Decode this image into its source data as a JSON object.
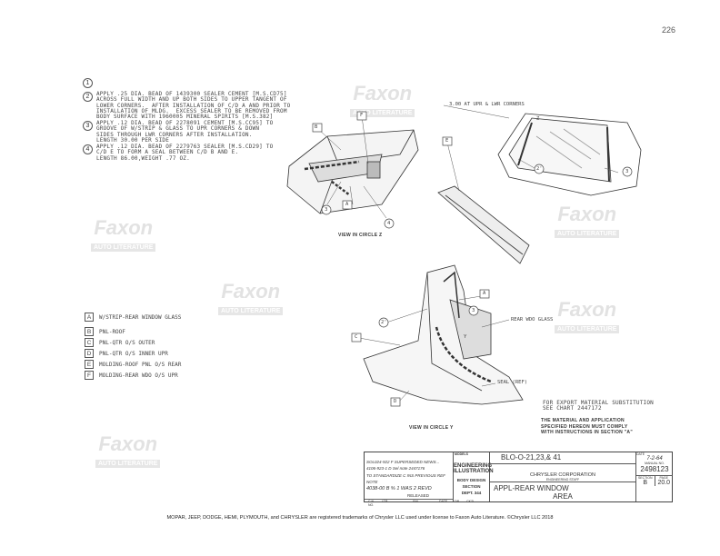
{
  "page_number": "226",
  "notes": [
    {
      "num": "1",
      "text": ""
    },
    {
      "num": "2",
      "text": "APPLY .25 DIA. BEAD OF 1439300 SEALER CEMENT [M.S.CD75]\nACROSS FULL WIDTH AND UP BOTH SIDES TO UPPER TANGENT OF\nLOWER CORNERS.  AFTER INSTALLATION OF C/D A AND PRIOR TO\nINSTALLATION OF MLDG.  EXCESS SEALER TO BE REMOVED FROM\nBODY SURFACE WITH 1960005 MINERAL SPIRITS [M.S.382]"
    },
    {
      "num": "3",
      "text": "APPLY .12 DIA. BEAD OF 2278091 CEMENT [M.S.CC95] TO\nGROOVE OF W/STRIP & GLASS TO UPR CORNERS & DOWN\nSIDES THROUGH LWR CORNERS AFTER INSTALLATION.\nLENGTH 30.00 PER SIDE"
    },
    {
      "num": "4",
      "text": "APPLY .12 DIA. BEAD OF 2279763 SEALER [M.S.CD29] TO\nC/D E TO FORM A SEAL BETWEEN C/D B AND E.\nLENGTH 86.00,WEIGHT .77 OZ."
    }
  ],
  "legend": [
    {
      "key": "A",
      "label": "W/STRIP-REAR WINDOW GLASS"
    },
    {
      "key": "B",
      "label": "PNL-ROOF"
    },
    {
      "key": "C",
      "label": "PNL-QTR O/S OUTER"
    },
    {
      "key": "D",
      "label": "PNL-QTR O/S INNER UPR"
    },
    {
      "key": "E",
      "label": "MOLDING-ROOF PNL O/S REAR"
    },
    {
      "key": "F",
      "label": "MOLDING-REAR WDO O/S UPR"
    }
  ],
  "drawing": {
    "corners_note": "3.00 AT UPR & LWR CORNERS",
    "view_z": "VIEW IN CIRCLE Z",
    "view_y": "VIEW IN CIRCLE Y",
    "rear_wdo_glass": "REAR WDO GLASS",
    "seal_ref": "SEAL (REF)",
    "export_note": "FOR EXPORT MATERIAL SUBSTITUTION\nSEE CHART 2447172",
    "material_note": "THE MATERIAL AND APPLICATION\nSPECIFIED HEREON MUST COMPLY\nWITH INSTRUCTIONS IN SECTION \"A\"",
    "callouts": {
      "a": "A",
      "b": "B",
      "c": "C",
      "d": "D",
      "e": "E",
      "f": "F",
      "z": "Z",
      "y": "Y",
      "n2": "2",
      "n2p": "2'",
      "n3": "3",
      "n4": "4"
    }
  },
  "title_block": {
    "models": "BLO-O-21,23,& 41",
    "models_label": "MODELS",
    "engineering": "ENGINEERING",
    "illustration": "ILLUSTRATION",
    "body_design": "BODY DESIGN",
    "section_lbl": "SECTION",
    "dept": "DEPT. 344",
    "company": "CHRYSLER CORPORATION",
    "staff": "ENGINEERING STAFF",
    "title1": "APPL-REAR WINDOW",
    "title2": "AREA",
    "date_label": "DATE",
    "date": "7-2-64",
    "manual_label": "MANUAL NO.",
    "manual_no": "2498123",
    "section_label": "SECTION",
    "section": "B",
    "page_label": "PAGE",
    "page": "20.0",
    "released": "RELEASED",
    "cols": [
      "C.N. NO.",
      "LTR",
      "BAL",
      "DATE",
      "DR",
      "CK'D"
    ],
    "revisions": [
      {
        "cn": "SOL024-922",
        "ltr": "F",
        "desc": "SUPERSEDED NEWS..."
      },
      {
        "cn": "4106-923-1",
        "ltr": "D",
        "desc": "Sel note 2447176"
      },
      {
        "cn": "TO STANDARDIZE",
        "ltr": "C",
        "desc": "INS PREVIOUS REF NOTE"
      },
      {
        "cn": "4038-00",
        "ltr": "B",
        "desc": "% 1 WAS 2 REVD"
      }
    ]
  },
  "watermark": "Faxon AUTO LITERATURE",
  "footer": "MOPAR, JEEP, DODGE, HEMI, PLYMOUTH, and CHRYSLER are registered trademarks of Chrysler LLC used under license to Faxon Auto Literature. ©Chrysler LLC 2018"
}
